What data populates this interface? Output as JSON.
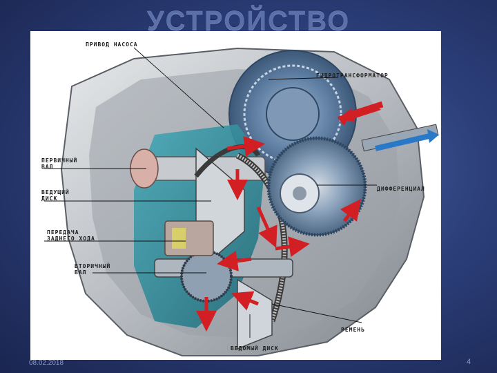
{
  "slide": {
    "title": "УСТРОЙСТВО",
    "date": "08.02.2018",
    "page_number": "4"
  },
  "diagram": {
    "labels": {
      "pump_drive": "ПРИВОД НАСОСА",
      "torque_converter": "ГИДРОТРАНСФОРМАТОР",
      "primary_shaft": "ПЕРВИЧНЫЙ\nВАЛ",
      "drive_disc": "ВЕДУЩИЙ\nДИСК",
      "differential": "ДИФФЕРЕНЦИАЛ",
      "reverse_gear": "ПЕРЕДАЧА\nЗАДНЕГО ХОДА",
      "secondary_shaft": "ВТОРИЧНЫЙ\nВАЛ",
      "belt": "РЕМЕНЬ",
      "driven_disc": "ВЕДОМЫЙ ДИСК"
    },
    "colors": {
      "casing": "#c9ccd0",
      "hydraulic_teal": "#2f8a9a",
      "gears": "#6e8fb0",
      "flow_arrow_red": "#d11f24",
      "output_arrow_blue": "#2a78c8"
    }
  }
}
